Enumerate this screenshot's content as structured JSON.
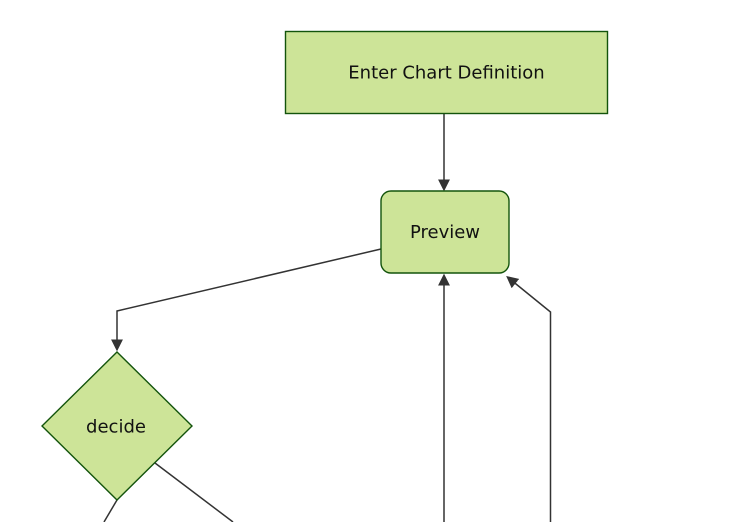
{
  "diagram": {
    "type": "flowchart",
    "orientation": "top-down",
    "background": "#ffffff",
    "colors": {
      "node_fill": "#cde498",
      "node_border": "#13540c",
      "edge_color": "#333333",
      "text_color": "#111111"
    },
    "nodes": [
      {
        "id": "A",
        "label": "Enter Chart Definition",
        "shape": "rectangle"
      },
      {
        "id": "B",
        "label": "Preview",
        "shape": "rounded-rectangle"
      },
      {
        "id": "C",
        "label": "decide",
        "shape": "diamond"
      }
    ],
    "edges": [
      {
        "from": "A",
        "to": "B",
        "arrow": true
      },
      {
        "from": "B",
        "to": "C",
        "arrow": true
      },
      {
        "from": "offscreen-bottom-center",
        "to": "B",
        "arrow": true
      },
      {
        "from": "offscreen-bottom-right",
        "to": "B",
        "arrow": true
      },
      {
        "from": "C",
        "to": "offscreen-bottom-left",
        "arrow": false
      },
      {
        "from": "C",
        "to": "offscreen-bottom-right",
        "arrow": false
      }
    ]
  }
}
